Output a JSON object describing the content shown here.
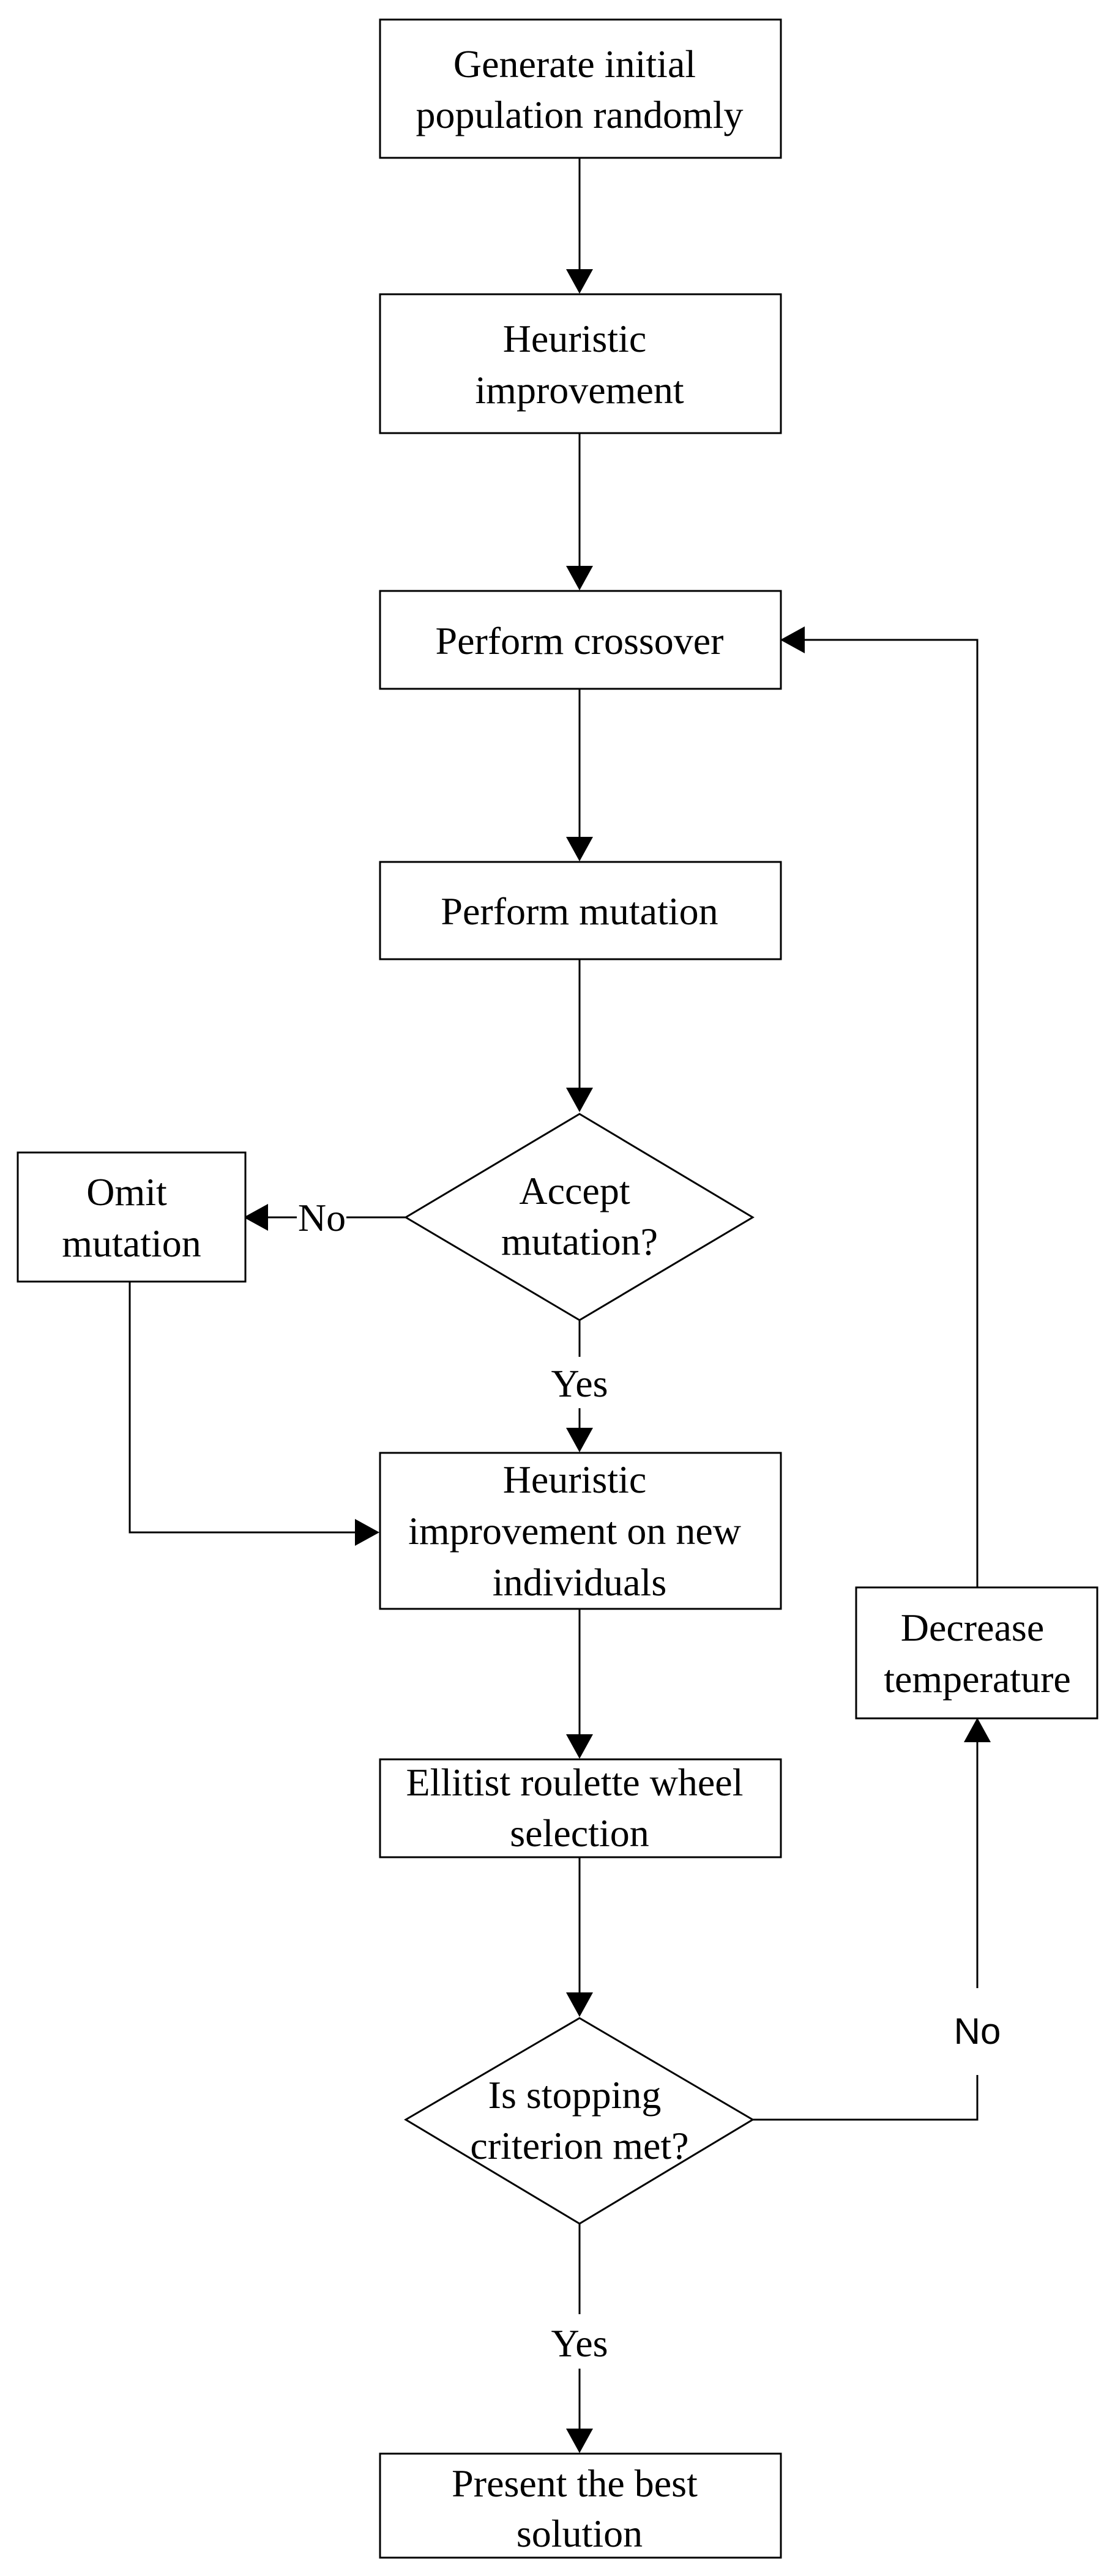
{
  "nodes": {
    "generate_initial_population": [
      "Generate initial",
      "population randomly"
    ],
    "heuristic_improvement": [
      "Heuristic",
      "improvement"
    ],
    "perform_crossover": [
      "Perform crossover"
    ],
    "perform_mutation": [
      "Perform mutation"
    ],
    "accept_mutation": [
      "Accept",
      "mutation?"
    ],
    "omit_mutation": [
      "Omit",
      "mutation"
    ],
    "heuristic_improvement_new": [
      "Heuristic",
      "improvement on new",
      "individuals"
    ],
    "elitist_selection": [
      "Ellitist roulette wheel",
      "selection"
    ],
    "stopping_criterion": [
      "Is stopping",
      "criterion met?"
    ],
    "decrease_temperature": [
      "Decrease",
      "temperature"
    ],
    "present_best_solution": [
      "Present the best",
      "solution"
    ]
  },
  "edge_labels": {
    "accept_no": "No",
    "accept_yes": "Yes",
    "stop_no": "No",
    "stop_yes": "Yes"
  }
}
